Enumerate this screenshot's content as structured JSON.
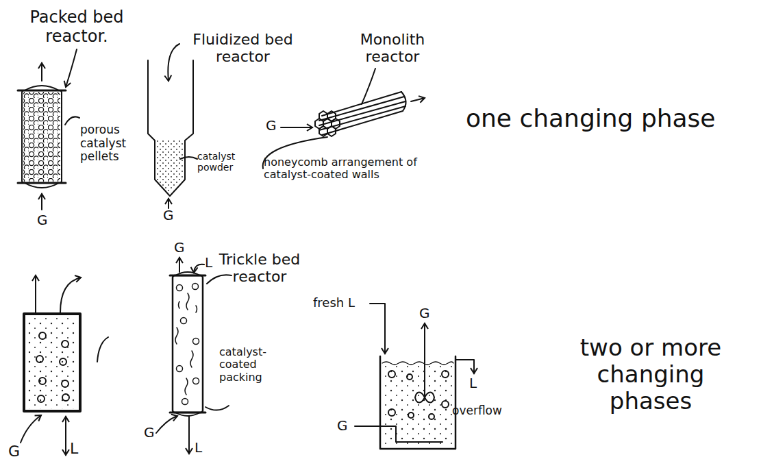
{
  "diagram": {
    "labels": [
      "Packed bed reactor.",
      "Fluidized bed reactor",
      "Monolith reactor",
      "porous catalyst pellets",
      "catalyst powder",
      "G",
      "one changing phase",
      "honeycomb arrangement of catalyst-coated walls",
      "G",
      "G",
      "Trickle bed reactor",
      "G",
      "L",
      "fresh L",
      "G",
      "catalyst-coated packing",
      "L",
      "overflow",
      "two or more changing phases",
      "G",
      "L",
      "G",
      "L",
      "G"
    ]
  }
}
